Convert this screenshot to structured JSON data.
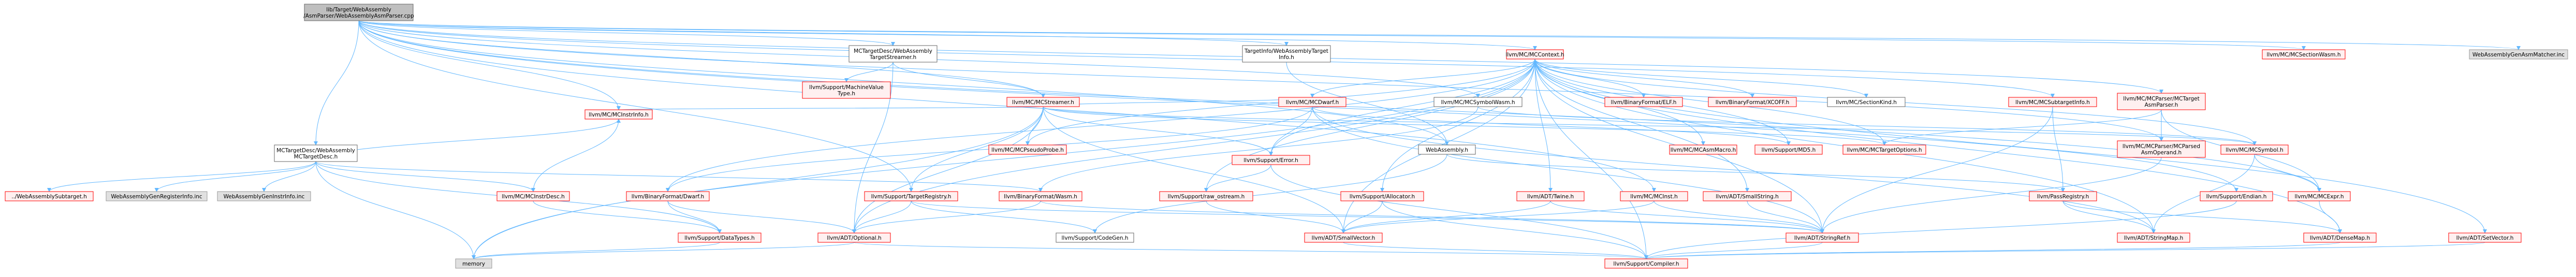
{
  "colors": {
    "root_fill": "#bfbfbf",
    "root_border": "#666666",
    "red_fill": "#fff0f0",
    "red_border": "#ff0000",
    "grey_fill": "#e0e0e0",
    "grey_border": "#999999",
    "white_fill": "#ffffff",
    "white_border": "#666666",
    "edge": "#63b8ff"
  },
  "diagram": {
    "nodes": [
      {
        "id": "root",
        "lines": [
          "lib/Target/WebAssembly",
          "/AsmParser/WebAssemblyAsmParser.cpp"
        ],
        "style": "root"
      },
      {
        "id": "mctdesc",
        "lines": [
          "MCTargetDesc/WebAssembly",
          "MCTargetDesc.h"
        ],
        "style": "white"
      },
      {
        "id": "mctstreamer",
        "lines": [
          "MCTargetDesc/WebAssembly",
          "TargetStreamer.h"
        ],
        "style": "white"
      },
      {
        "id": "tinfo",
        "lines": [
          "TargetInfo/WebAssemblyTarget",
          "Info.h"
        ],
        "style": "white"
      },
      {
        "id": "mccontext",
        "lines": [
          "llvm/MC/MCContext.h"
        ],
        "style": "red"
      },
      {
        "id": "mcsectionwasm",
        "lines": [
          "llvm/MC/MCSectionWasm.h"
        ],
        "style": "red"
      },
      {
        "id": "gen_asmmatcher",
        "lines": [
          "WebAssemblyGenAsmMatcher.inc"
        ],
        "style": "grey"
      },
      {
        "id": "mcinstrinfo",
        "lines": [
          "llvm/MC/MCInstrInfo.h"
        ],
        "style": "red"
      },
      {
        "id": "machinevaluetype",
        "lines": [
          "llvm/Support/MachineValue",
          "Type.h"
        ],
        "style": "red"
      },
      {
        "id": "mcstreamer",
        "lines": [
          "llvm/MC/MCStreamer.h"
        ],
        "style": "red"
      },
      {
        "id": "mcdwarf",
        "lines": [
          "llvm/MC/MCDwarf.h"
        ],
        "style": "red"
      },
      {
        "id": "mcsymbolwasm",
        "lines": [
          "llvm/MC/MCSymbolWasm.h"
        ],
        "style": "white"
      },
      {
        "id": "elf",
        "lines": [
          "llvm/BinaryFormat/ELF.h"
        ],
        "style": "red"
      },
      {
        "id": "xcoff",
        "lines": [
          "llvm/BinaryFormat/XCOFF.h"
        ],
        "style": "red"
      },
      {
        "id": "sectionkind",
        "lines": [
          "llvm/MC/SectionKind.h"
        ],
        "style": "white"
      },
      {
        "id": "mcsubtarget",
        "lines": [
          "llvm/MC/MCSubtargetInfo.h"
        ],
        "style": "red"
      },
      {
        "id": "mctargetasmparser",
        "lines": [
          "llvm/MC/MCParser/MCTarget",
          "AsmParser.h"
        ],
        "style": "red"
      },
      {
        "id": "mcpseudoprobe",
        "lines": [
          "llvm/MC/MCPseudoProbe.h"
        ],
        "style": "red"
      },
      {
        "id": "webassemblyh",
        "lines": [
          "WebAssembly.h"
        ],
        "style": "white"
      },
      {
        "id": "mcasmmacro",
        "lines": [
          "llvm/MC/MCAsmMacro.h"
        ],
        "style": "red"
      },
      {
        "id": "md5",
        "lines": [
          "llvm/Support/MD5.h"
        ],
        "style": "red"
      },
      {
        "id": "mctargetoptions",
        "lines": [
          "llvm/MC/MCTargetOptions.h"
        ],
        "style": "red"
      },
      {
        "id": "mcparsedasmop",
        "lines": [
          "llvm/MC/MCParser/MCParsed",
          "AsmOperand.h"
        ],
        "style": "red"
      },
      {
        "id": "mcsymbol",
        "lines": [
          "llvm/MC/MCSymbol.h"
        ],
        "style": "red"
      },
      {
        "id": "wasm_subtarget",
        "lines": [
          "../WebAssemblySubtarget.h"
        ],
        "style": "red"
      },
      {
        "id": "gen_reginfo",
        "lines": [
          "WebAssemblyGenRegisterInfo.inc"
        ],
        "style": "grey"
      },
      {
        "id": "gen_instrinfo",
        "lines": [
          "WebAssemblyGenInstrInfo.inc"
        ],
        "style": "grey"
      },
      {
        "id": "mcinstrdesc",
        "lines": [
          "llvm/MC/MCInstrDesc.h"
        ],
        "style": "red"
      },
      {
        "id": "bf_dwarf",
        "lines": [
          "llvm/BinaryFormat/Dwarf.h"
        ],
        "style": "red"
      },
      {
        "id": "bf_wasm",
        "lines": [
          "llvm/BinaryFormat/Wasm.h"
        ],
        "style": "red"
      },
      {
        "id": "targetregistry",
        "lines": [
          "llvm/Support/TargetRegistry.h"
        ],
        "style": "red"
      },
      {
        "id": "sup_error",
        "lines": [
          "llvm/Support/Error.h"
        ],
        "style": "red"
      },
      {
        "id": "raw_ostream",
        "lines": [
          "llvm/Support/raw_ostream.h"
        ],
        "style": "red"
      },
      {
        "id": "allocator",
        "lines": [
          "llvm/Support/Allocator.h"
        ],
        "style": "red"
      },
      {
        "id": "twine",
        "lines": [
          "llvm/ADT/Twine.h"
        ],
        "style": "red"
      },
      {
        "id": "mcinst",
        "lines": [
          "llvm/MC/MCInst.h"
        ],
        "style": "red"
      },
      {
        "id": "smallstring",
        "lines": [
          "llvm/ADT/SmallString.h"
        ],
        "style": "red"
      },
      {
        "id": "passregistry",
        "lines": [
          "llvm/PassRegistry.h"
        ],
        "style": "red"
      },
      {
        "id": "endian",
        "lines": [
          "llvm/Support/Endian.h"
        ],
        "style": "red"
      },
      {
        "id": "mcexpr",
        "lines": [
          "llvm/MC/MCExpr.h"
        ],
        "style": "red"
      },
      {
        "id": "setvector",
        "lines": [
          "llvm/ADT/SetVector.h"
        ],
        "style": "red"
      },
      {
        "id": "datatypes",
        "lines": [
          "llvm/Support/DataTypes.h"
        ],
        "style": "red"
      },
      {
        "id": "optional",
        "lines": [
          "llvm/ADT/Optional.h"
        ],
        "style": "red"
      },
      {
        "id": "codegen",
        "lines": [
          "llvm/Support/CodeGen.h"
        ],
        "style": "white"
      },
      {
        "id": "smallvector",
        "lines": [
          "llvm/ADT/SmallVector.h"
        ],
        "style": "red"
      },
      {
        "id": "stringref",
        "lines": [
          "llvm/ADT/StringRef.h"
        ],
        "style": "red"
      },
      {
        "id": "stringmap",
        "lines": [
          "llvm/ADT/StringMap.h"
        ],
        "style": "red"
      },
      {
        "id": "densemap",
        "lines": [
          "llvm/ADT/DenseMap.h"
        ],
        "style": "red"
      },
      {
        "id": "memory",
        "lines": [
          "memory"
        ],
        "style": "grey"
      },
      {
        "id": "compiler",
        "lines": [
          "llvm/Support/Compiler.h"
        ],
        "style": "red"
      }
    ]
  }
}
